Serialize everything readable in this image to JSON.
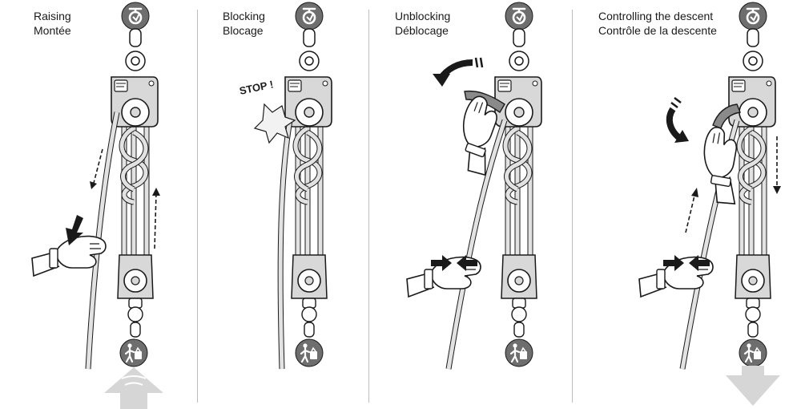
{
  "panels": [
    {
      "title_line1": "Raising",
      "title_line2": "Montée"
    },
    {
      "title_line1": "Blocking",
      "title_line2": "Blocage",
      "callout": "STOP !"
    },
    {
      "title_line1": "Unblocking",
      "title_line2": "Déblocage"
    },
    {
      "title_line1": "Controlling the descent",
      "title_line2": "Contrôle de la descente"
    }
  ],
  "icons": {
    "anchor": "anchor-ring-icon",
    "load": "person-with-load-icon",
    "raise_arrow": "arrow-up-icon",
    "descent_arrow": "arrow-down-icon"
  },
  "colors": {
    "line": "#1a1a1a",
    "rope": "#e2e2e2",
    "metal": "#d8d8d8",
    "icon_disc": "#6e6e6e",
    "handle": "#8a8a8a",
    "arrow_fill": "#c8c8c8",
    "divider": "#bdbdbd"
  }
}
